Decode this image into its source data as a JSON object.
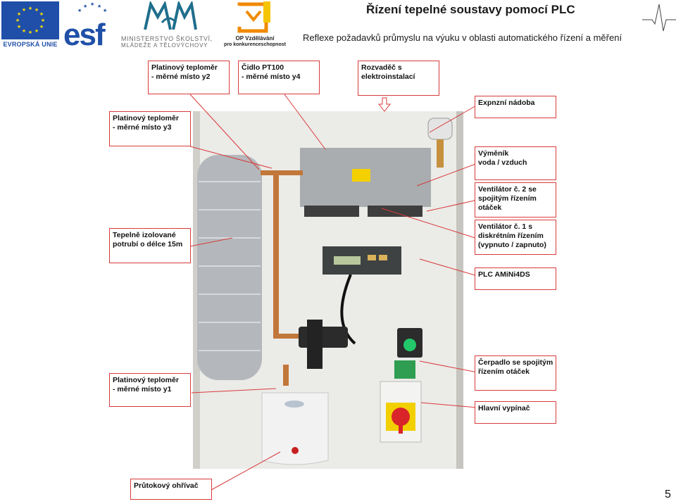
{
  "header": {
    "eu_label": "EVROPSKÁ UNIE",
    "esf_label": "esf",
    "ministry_line1": "MINISTERSTVO ŠKOLSTVÍ,",
    "ministry_line2": "MLÁDEŽE A TĚLOVÝCHOVY",
    "op_line1": "OP Vzdělávání",
    "op_line2": "pro konkurenceschopnost",
    "title": "Řízení tepelné soustavy pomocí PLC",
    "subtitle": "Reflexe požadavků průmyslu na výuku v oblasti automatického řízení a měření"
  },
  "callouts": {
    "teplomer_y2": [
      "Platinový teploměr",
      "- měrné místo y2"
    ],
    "cidlo_y4": [
      "Čidlo PT100",
      "- měrné místo y4"
    ],
    "rozvadec": [
      "Rozvaděč s",
      "elektroinstalací"
    ],
    "expanzni": [
      "Expnzní nádoba"
    ],
    "teplomer_y3": [
      "Platinový teploměr",
      "- měrné místo y3"
    ],
    "vymenik": [
      "Výměník",
      "voda / vzduch"
    ],
    "ventilator2": [
      "Ventilátor č. 2 se",
      "spojitým řízením",
      "otáček"
    ],
    "potrubi": [
      "Tepelně izolované",
      "potrubí o délce 15m"
    ],
    "ventilator1": [
      "Ventilátor č. 1 s",
      "diskrétním řízením",
      "(vypnuto / zapnuto)"
    ],
    "plc": [
      "PLC AMiNi4DS"
    ],
    "cerpadlo": [
      "Čerpadlo se spojitým",
      "řízením otáček"
    ],
    "teplomer_y1": [
      "Platinový teploměr",
      "- měrné místo y1"
    ],
    "vypinac": [
      "Hlavní vypínač"
    ],
    "ohrivac": [
      "Průtokový ohřívač"
    ]
  },
  "page_number": "5",
  "colors": {
    "callout_border": "#d93a3a",
    "eu_blue": "#1f4fa8",
    "star_yellow": "#ffdd00"
  }
}
